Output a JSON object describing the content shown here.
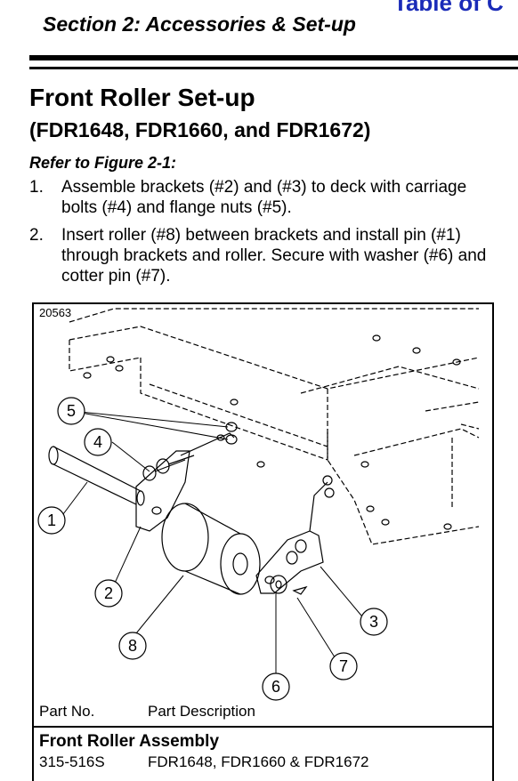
{
  "toc_link": "Table of C",
  "section_header": "Section 2: Accessories & Set-up",
  "title": "Front Roller Set-up",
  "subtitle": "(FDR1648, FDR1660, and FDR1672)",
  "refer": "Refer to Figure 2-1:",
  "steps": [
    {
      "num": "1.",
      "text": "Assemble brackets (#2) and (#3) to deck with carriage bolts (#4) and flange nuts (#5)."
    },
    {
      "num": "2.",
      "text": "Insert roller (#8) between brackets and install pin (#1) through brackets and roller. Secure with washer (#6) and cotter pin (#7)."
    }
  ],
  "figure": {
    "id": "20563",
    "callouts": [
      "1",
      "2",
      "3",
      "4",
      "5",
      "6",
      "7",
      "8"
    ]
  },
  "parts_table": {
    "col_part_no": "Part No.",
    "col_description": "Part Description",
    "group_title": "Front Roller Assembly",
    "rows": [
      {
        "part_no": "315-516S",
        "description": "FDR1648, FDR1660 & FDR1672"
      }
    ]
  },
  "colors": {
    "link": "#1a2bb8",
    "text": "#000000"
  }
}
